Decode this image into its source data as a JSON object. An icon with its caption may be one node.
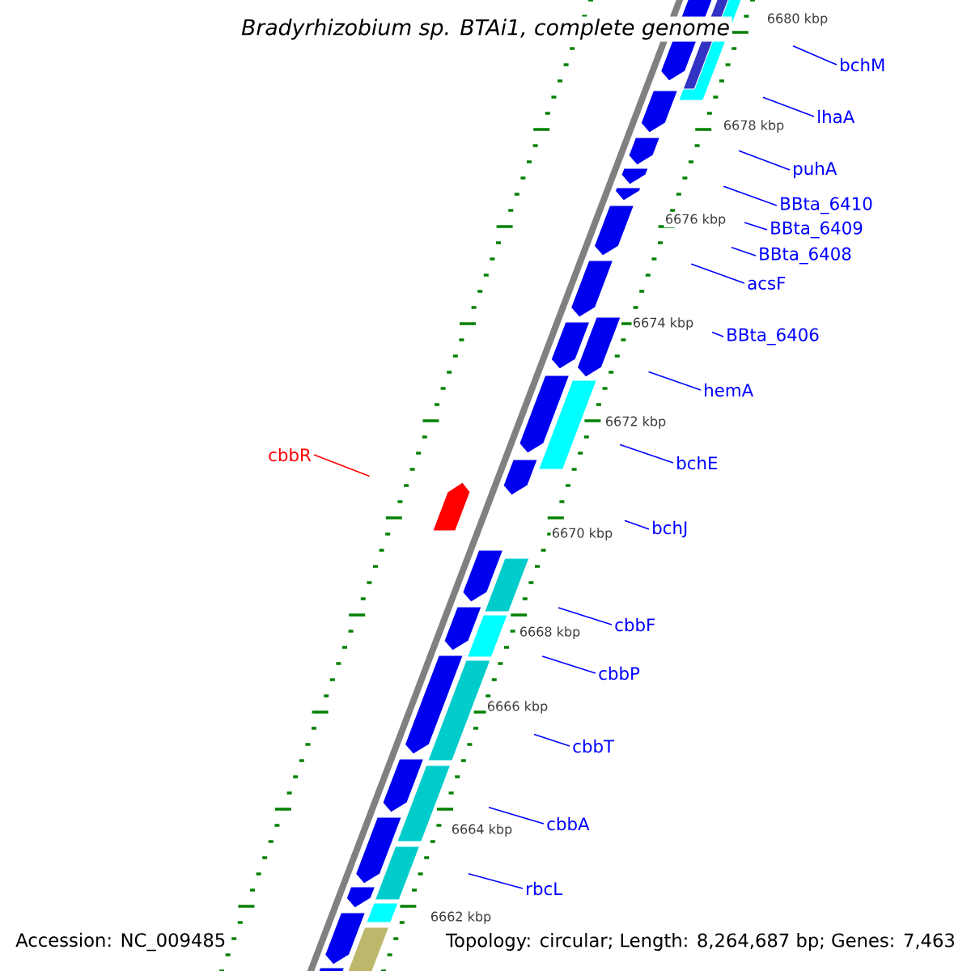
{
  "diagram": {
    "title": "Bradyrhizobium sp. BTAi1, complete genome",
    "nodes": [
      {
        "text": [
          "bchM"
        ]
      },
      {
        "text": [
          "lhaA"
        ]
      },
      {
        "text": [
          "puhA"
        ]
      },
      {
        "text": [
          "BBta_6410"
        ]
      },
      {
        "text": [
          "BBta_6409"
        ]
      },
      {
        "text": [
          "BBta_6408"
        ]
      },
      {
        "text": [
          "acsF"
        ]
      },
      {
        "text": [
          "BBta_6406"
        ]
      },
      {
        "text": [
          "hemA"
        ]
      },
      {
        "text": [
          "bchE"
        ]
      },
      {
        "text": [
          "bchJ"
        ]
      },
      {
        "text": [
          "cbbR"
        ]
      },
      {
        "text": [
          "cbbF"
        ]
      },
      {
        "text": [
          "cbbP"
        ]
      },
      {
        "text": [
          "cbbT"
        ]
      },
      {
        "text": [
          "cbbA"
        ]
      },
      {
        "text": [
          "rbcL"
        ]
      }
    ],
    "edges": [
      {
        "from": 0,
        "to": null,
        "arrow": "none"
      },
      {
        "from": 1,
        "to": null,
        "arrow": "none"
      },
      {
        "from": 2,
        "to": null,
        "arrow": "none"
      },
      {
        "from": 3,
        "to": null,
        "arrow": "none"
      },
      {
        "from": 4,
        "to": null,
        "arrow": "none"
      },
      {
        "from": 5,
        "to": null,
        "arrow": "none"
      },
      {
        "from": 6,
        "to": null,
        "arrow": "none"
      },
      {
        "from": 7,
        "to": null,
        "arrow": "none"
      },
      {
        "from": 8,
        "to": null,
        "arrow": "none"
      },
      {
        "from": 9,
        "to": null,
        "arrow": "none"
      },
      {
        "from": 10,
        "to": null,
        "arrow": "none"
      },
      {
        "from": 11,
        "to": null,
        "arrow": "none",
        "color": "#ff0000"
      },
      {
        "from": 12,
        "to": null,
        "arrow": "none"
      },
      {
        "from": 13,
        "to": null,
        "arrow": "none"
      },
      {
        "from": 14,
        "to": null,
        "arrow": "none"
      },
      {
        "from": 15,
        "to": null,
        "arrow": "none"
      },
      {
        "from": 16,
        "to": null,
        "arrow": "none"
      }
    ],
    "labels": [
      "6680 kbp",
      "6678 kbp",
      "6676 kbp",
      "6674 kbp",
      "6672 kbp",
      "6670 kbp",
      "6668 kbp",
      "6666 kbp",
      "6664 kbp",
      "6662 kbp",
      "Accession: NC_009485",
      "Topology: circular; Length: 8,264,687 bp; Genes: 7,463"
    ]
  }
}
